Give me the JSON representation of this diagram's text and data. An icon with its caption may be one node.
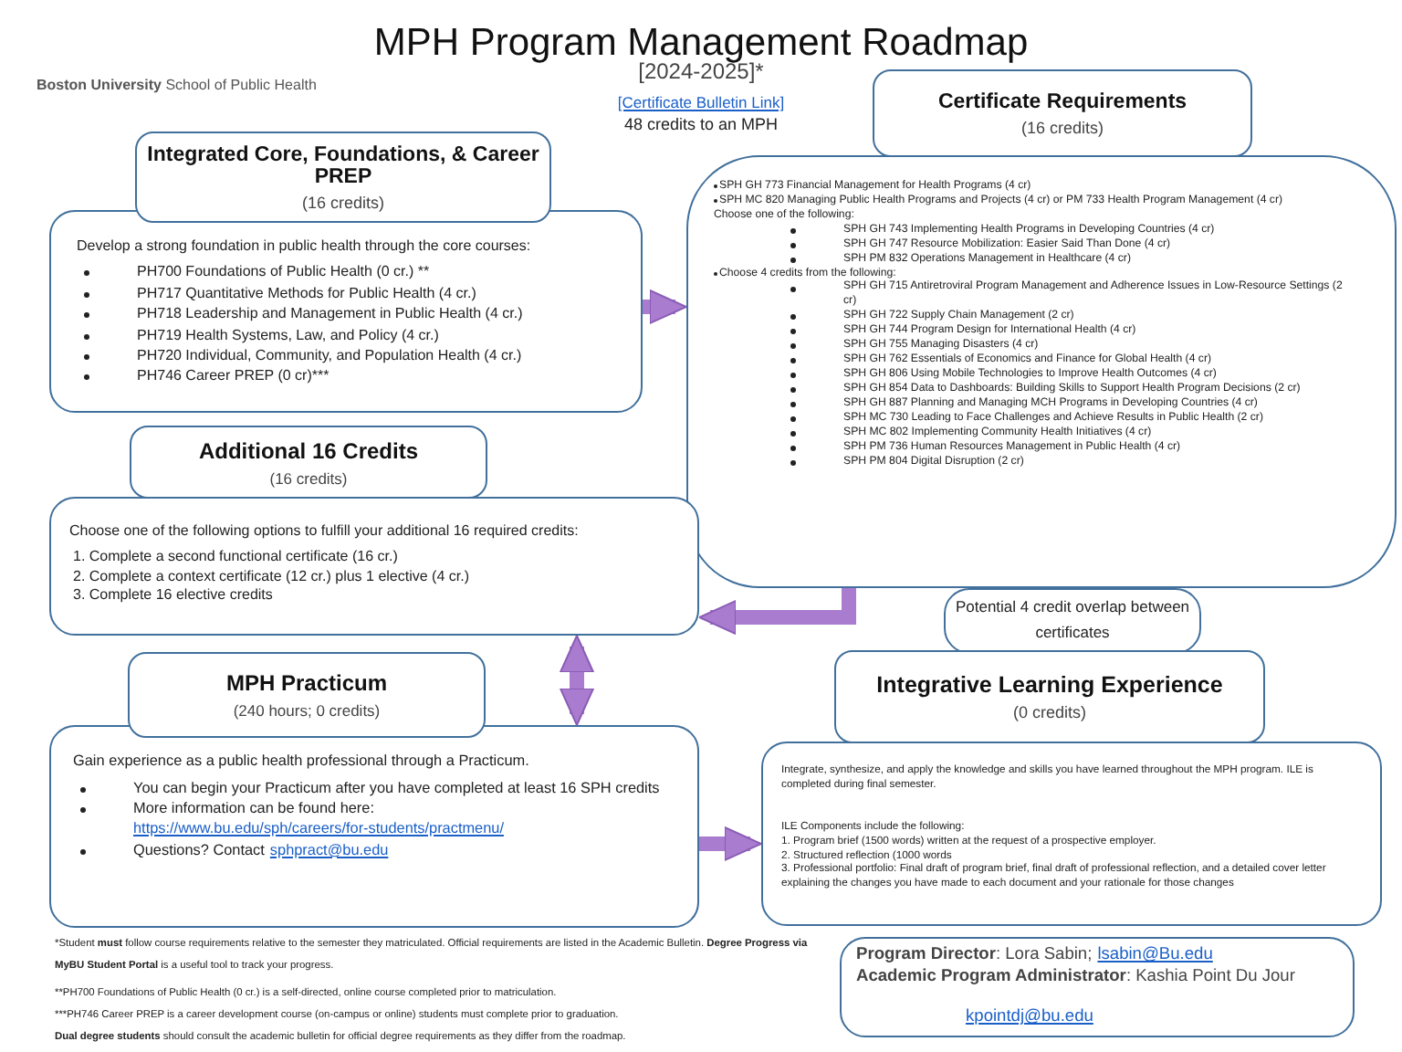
{
  "diagram": {
    "title": "MPH Program Management  Roadmap",
    "nodes": [
      {
        "text": [
          "Integrated Core, Foundations, & Career PREP",
          "(16 credits)"
        ]
      },
      {
        "text": [
          "Develop a strong foundation in public health through the core courses:",
          "PH700 Foundations of Public Health (0 cr.) **",
          "PH717 Quantitative Methods for Public Health (4 cr.)",
          "PH718 Leadership and Management in Public Health (4 cr.)",
          "PH719 Health Systems, Law, and Policy (4 cr.)",
          "PH720 Individual, Community, and Population Health (4 cr.)",
          "PH746 Career PREP (0 cr)***"
        ]
      },
      {
        "text": [
          "Certificate Requirements",
          "(16 credits)"
        ]
      },
      {
        "text": [
          "SPH GH 773 Financial Management for Health Programs (4 cr)",
          "SPH MC 820 Managing Public Health Programs and Projects (4 cr) or PM 733 Health Program Management (4 cr)",
          "Choose one of the following:",
          "SPH GH 743 Implementing Health Programs in Developing Countries (4 cr)",
          "SPH GH 747 Resource Mobilization: Easier Said Than Done (4 cr)",
          "SPH PM 832 Operations Management in Healthcare (4 cr)",
          "Choose 4 credits from the following:",
          "SPH GH 715 Antiretroviral Program Management and Adherence Issues in Low-Resource Settings (2 cr)",
          "SPH GH 722 Supply Chain Management (2 cr)",
          "SPH GH 744 Program Design for International Health (4 cr)",
          "SPH GH 755 Managing Disasters (4 cr)",
          "SPH GH 762 Essentials of Economics and Finance for Global Health (4 cr)",
          "SPH GH 806 Using Mobile Technologies to Improve Health Outcomes (4 cr)",
          "SPH GH 854 Data to Dashboards: Building Skills to Support Health Program Decisions (2 cr)",
          "SPH GH 887 Planning and Managing MCH Programs in Developing Countries (4 cr)",
          "SPH MC 730 Leading to Face Challenges and Achieve Results in Public Health (2 cr)",
          "SPH MC 802 Implementing Community Health Initiatives (4 cr)",
          "SPH PM 736 Human Resources Management in Public Health (4 cr)",
          "SPH PM 804 Digital Disruption (2 cr)"
        ]
      },
      {
        "text": [
          "Additional 16 Credits",
          "(16 credits)"
        ]
      },
      {
        "text": [
          "Choose one of the following options to fulfill your additional 16 required credits:",
          "1. Complete a second functional certificate (16 cr.)",
          "2. Complete a context certificate (12 cr.) plus 1 elective (4 cr.)",
          "3. Complete 16 elective credits"
        ]
      },
      {
        "text": [
          "Potential 4 credit overlap between certificates"
        ]
      },
      {
        "text": [
          "MPH Practicum",
          "(240 hours; 0 credits)"
        ]
      },
      {
        "text": [
          "Gain experience as a public health professional through a Practicum.",
          "You can begin your Practicum after you have completed at least 16 SPH credits",
          "More information can be found here:",
          "https://www.bu.edu/sph/careers/for-students/practmenu/",
          "Questions? Contact",
          "sphpract@bu.edu"
        ]
      },
      {
        "text": [
          "Integrative Learning Experience",
          "(0 credits)"
        ]
      },
      {
        "text": [
          "Integrate, synthesize, and apply the knowledge and skills you have learned throughout the MPH program.  ILE is completed during final semester.",
          "ILE Components include the following:",
          "1. Program brief (1500 words) written at the request of a prospective employer.",
          "2. Structured reflection (1000 words",
          "3. Professional portfolio: Final draft of program brief, final draft of professional reflection, and a detailed cover letter explaining the changes you have made to each document and your rationale for those changes"
        ]
      },
      {
        "text": [
          "**Program Director**: Lora Sabin;",
          "lsabin@Bu.edu",
          "**Academic Program Administrator**: Kashia Point Du Jour",
          "kpointdj@bu.edu"
        ]
      }
    ],
    "edges": [
      {
        "from": 1,
        "to": 3,
        "arrow": "to"
      },
      {
        "from": 3,
        "to": 5,
        "arrow": "to"
      },
      {
        "from": 5,
        "to": 8,
        "arrow": "both"
      },
      {
        "from": 8,
        "to": 10,
        "arrow": "to"
      }
    ],
    "labels": [
      "**Boston University** School of Public Health",
      "[2024-2025]*",
      "[Certificate Bulletin Link]",
      "48 credits to an MPH",
      "*Student **must** follow course requirements relative to the semester they matriculated. Official requirements are listed in the Academic Bulletin. **Degree Progress via MyBU Student Portal** is a useful tool to track your progress.",
      "**PH700 Foundations of Public Health (0 cr.) is a self-directed, online course completed prior to matriculation.",
      "***PH746 Career PREP is a career development course (on-campus or online) students must complete prior to graduation.",
      "**Dual degree students** should consult the academic bulletin for official degree requirements as they differ from the roadmap."
    ]
  }
}
